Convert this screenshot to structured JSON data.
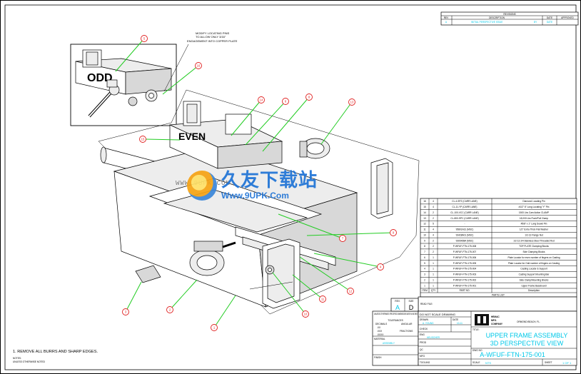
{
  "revisions": {
    "title": "REVISIONS",
    "headers": [
      "REV",
      "DESCRIPTION",
      "DATE",
      "APPROVED"
    ],
    "rows": [
      [
        "A",
        "INITIAL PERSPECTIVE ISSUE",
        "BY",
        "DATE"
      ]
    ]
  },
  "note_modify": [
    "MODIFY LOCATING PINS",
    "TO ALLOW ONLY 3/16\"",
    "ENGAGEMENT INTO COPPER PLATE"
  ],
  "labels": {
    "odd": "ODD",
    "even": "EVEN"
  },
  "balloons": [
    "5",
    "16",
    "15",
    "14",
    "6",
    "8",
    "13",
    "7",
    "9",
    "4",
    "12",
    "11",
    "10",
    "1",
    "2",
    "3"
  ],
  "parts_list": {
    "title": "PARTS LIST",
    "headers": [
      "ITEM",
      "QTY",
      "PART NO.",
      "Description"
    ],
    "rows": [
      [
        "16",
        "4",
        "CL-4-SPZ (CARR LANE)",
        "Diamond Locating Pin"
      ],
      [
        "15",
        "4",
        "CL-11-YP (CARR LANE)",
        "#1/2\" 6\" Long Locating \"Y\" Pin"
      ],
      [
        "14",
        "2",
        "CL-100-VCC (CARR LANE)",
        "1500 Lbs Cam Action CLAMP"
      ],
      [
        "13",
        "2",
        "CL-800-SPC (CARR LANE)",
        "18,000 Lbs Push/Pull Clamp"
      ],
      [
        "12",
        "5",
        "-",
        "#5/8\" x 1\" Long Dowel Pin"
      ],
      [
        "11",
        "4",
        "95801A31 (MSC)",
        "1/2\" Extra Thick Flat Washer"
      ],
      [
        "10",
        "4",
        "93428A01 (MSC)",
        "1/2-13 Flange Nut"
      ],
      [
        "9",
        "2",
        "9309A584 (MSC)",
        "1/2-13 3/4 Stainless Steel Threaded Rod"
      ],
      [
        "8",
        "2",
        "P-WFUF-FTN-175-008",
        "TOP PLATE Clamping Blocks"
      ],
      [
        "7",
        "2",
        "P-WFUF-FTN-175-007",
        "Side Clamping Blocks"
      ],
      [
        "6",
        "1",
        "P-WFUF-FTN-175-006",
        "Plate Locator for even number of fingers on Casting"
      ],
      [
        "5",
        "1",
        "P-WFUF-FTN-175-005",
        "Plate Locator for Odd number of fingers on Casting"
      ],
      [
        "4",
        "1",
        "P-WFUF-FTN-175-004",
        "Casting Locator & Support"
      ],
      [
        "3",
        "1",
        "P-WFUF-FTN-175-003",
        "Casting Support Mounting Bar"
      ],
      [
        "2",
        "1",
        "P-WFUF-FTN-175-002",
        "Side Clamp/Mounting Blocks"
      ],
      [
        "1",
        "1",
        "P-WFUF-FTN-175-001",
        "Upper Frame Baseboard"
      ]
    ]
  },
  "read_file": "READ FILE:",
  "rev_box": {
    "rev_label": "REV.",
    "rev_value": "A",
    "size_label": "SIZE",
    "size_value": "D"
  },
  "tolerances": {
    "head": "UNLESS OTHERWISE SPECIFIED DIMENSIONS ARE IN INCHES",
    "tolerances": "TOLERANCES",
    "decimals": "DECIMALS",
    "angular": "ANGULAR",
    "x": ".XX",
    "xx": ".XXX",
    "xxx": ".XXXX",
    "fractions": "FRACTIONS",
    "material": "MATERIAL",
    "material_value": "ASSEMBLY",
    "finish": "FINISH",
    "notes": "NOTES:",
    "notes2": "UNLESS OTHERWISE NOTED"
  },
  "title_block": {
    "do_not_scale": "DO NOT SCALE DRAWING",
    "drawn": "DRAWN",
    "drawn_value": "A. YOUNG",
    "date": "DATE",
    "date_value": "10-11",
    "check": "CHECK",
    "eng": "ENG",
    "eng_value": "HEUSCHER",
    "prod": "PROD",
    "qc": "QC",
    "mfg": "MFG",
    "tooling": "TOOLING",
    "company": [
      "HEMAC",
      "MFG.",
      "COMPANY"
    ],
    "location": "ORMOND BEACH, FL.",
    "title_label": "TITLE:",
    "title_line1": "UPPER FRAME ASSEMBLY",
    "title_line2": "3D PERSPECTIVE VIEW",
    "dwg_label": "DWG NO",
    "dwg_no": "A-WFUF-FTN-175-001",
    "scale_label": "SCALE",
    "scale_value": "NTS",
    "sheet_label": "SHEET",
    "sheet_value": "1 OF 1"
  },
  "note_burrs": "1. REMOVE ALL BURRS AND SHARP EDGES.",
  "watermark": {
    "cn": "久友下载站",
    "url": "Www.9UPK.Com",
    "left": "WWW.9UPK.COM"
  }
}
